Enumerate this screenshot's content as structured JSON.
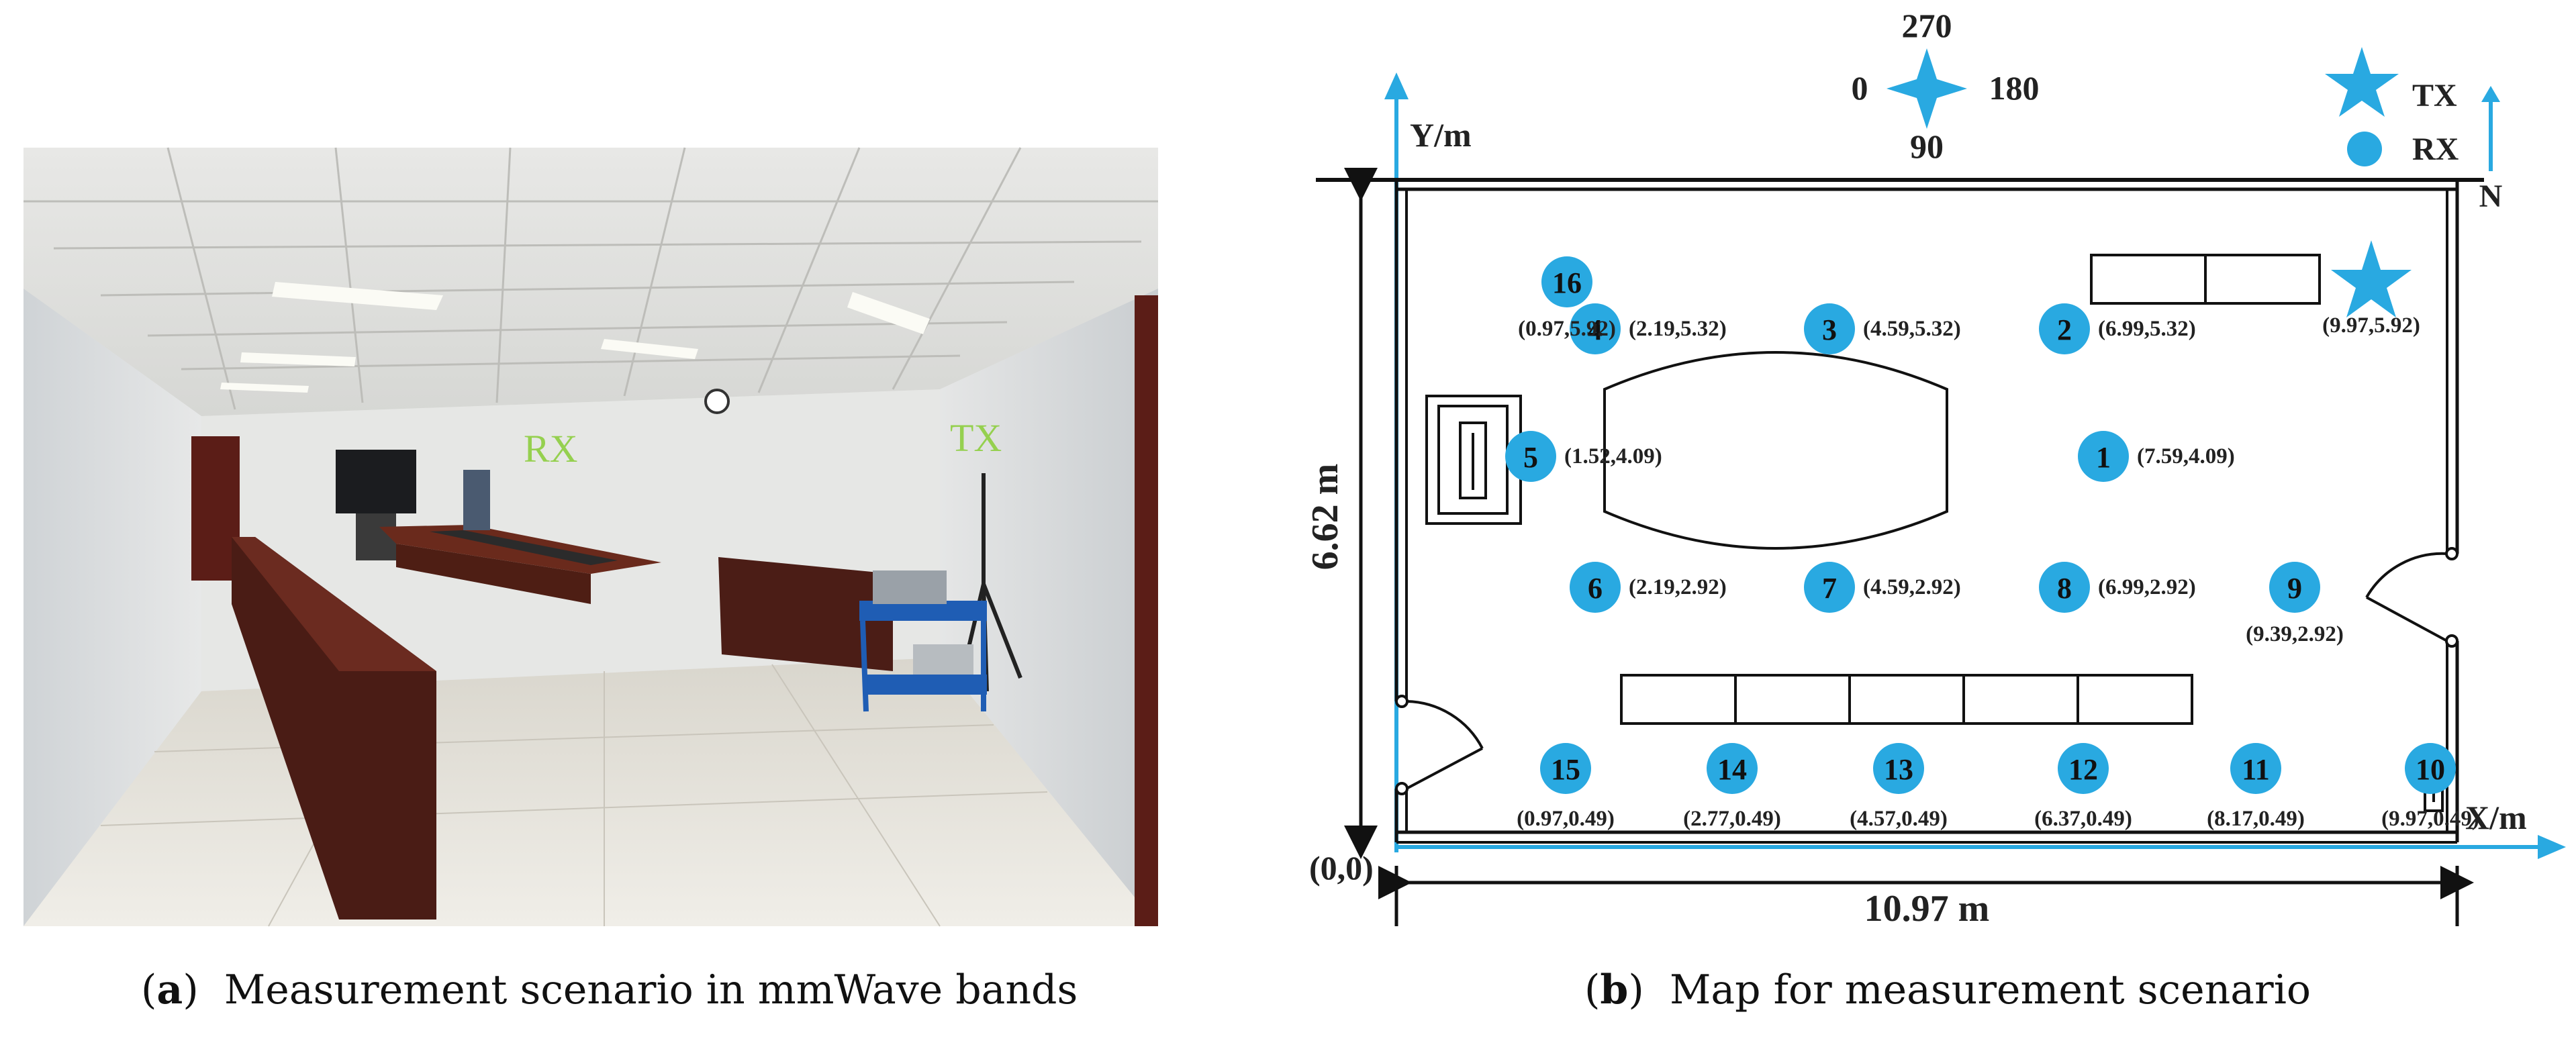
{
  "photo": {
    "rx_label": "RX",
    "tx_label": "TX",
    "caption_letter": "a",
    "caption_text": "Measurement scenario in mmWave bands"
  },
  "map": {
    "compass": {
      "north_deg": "270",
      "west_deg": "0",
      "east_deg": "180",
      "south_deg": "90"
    },
    "axis_y_label": "Y/m",
    "axis_x_label": "X/m",
    "origin_label": "(0,0)",
    "height_dim": "6.62 m",
    "width_dim": "10.97 m",
    "north_label": "N",
    "legend": {
      "tx": "TX",
      "rx": "RX"
    },
    "tx_coord": "(9.97,5.92)",
    "points": [
      {
        "id": "1",
        "coord": "(7.59,4.09)"
      },
      {
        "id": "2",
        "coord": "(6.99,5.32)"
      },
      {
        "id": "3",
        "coord": "(4.59,5.32)"
      },
      {
        "id": "4",
        "coord": "(2.19,5.32)"
      },
      {
        "id": "5",
        "coord": "(1.52,4.09)"
      },
      {
        "id": "6",
        "coord": "(2.19,2.92)"
      },
      {
        "id": "7",
        "coord": "(4.59,2.92)"
      },
      {
        "id": "8",
        "coord": "(6.99,2.92)"
      },
      {
        "id": "9",
        "coord": "(9.39,2.92)"
      },
      {
        "id": "10",
        "coord": "(9.97,0.49)"
      },
      {
        "id": "11",
        "coord": "(8.17,0.49)"
      },
      {
        "id": "12",
        "coord": "(6.37,0.49)"
      },
      {
        "id": "13",
        "coord": "(4.57,0.49)"
      },
      {
        "id": "14",
        "coord": "(2.77,0.49)"
      },
      {
        "id": "15",
        "coord": "(0.97,0.49)"
      },
      {
        "id": "16",
        "coord": "(0.97,5.92)"
      }
    ],
    "caption_letter": "b",
    "caption_text": "Map for measurement scenario",
    "colors": {
      "marker": "#29a9e1",
      "line": "#111111"
    }
  }
}
